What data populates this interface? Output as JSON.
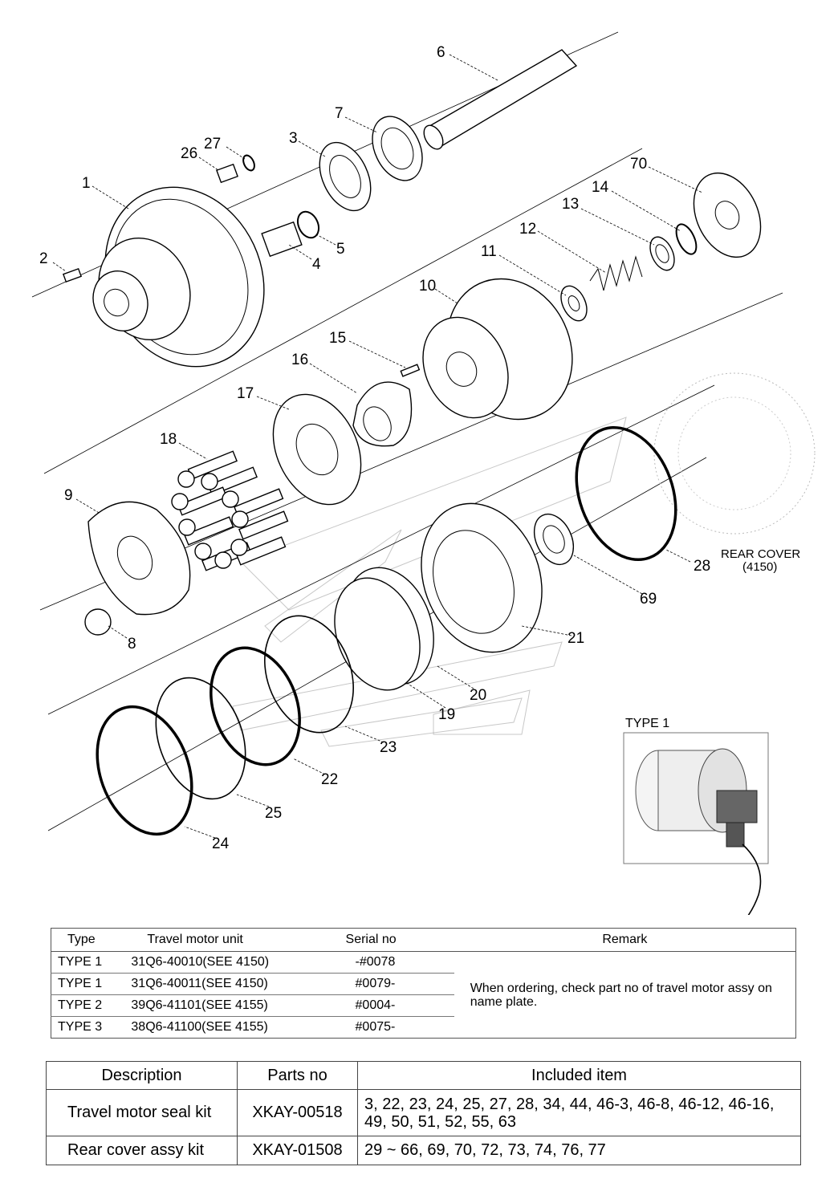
{
  "diagram": {
    "callouts": [
      "1",
      "2",
      "3",
      "4",
      "5",
      "6",
      "7",
      "8",
      "9",
      "10",
      "11",
      "12",
      "13",
      "14",
      "15",
      "16",
      "17",
      "18",
      "19",
      "20",
      "21",
      "22",
      "23",
      "24",
      "25",
      "26",
      "27",
      "28",
      "69",
      "70"
    ],
    "rear_cover_label": "REAR COVER",
    "rear_cover_code": "(4150)",
    "inset_label": "TYPE 1"
  },
  "type_table": {
    "headers": {
      "type": "Type",
      "unit": "Travel motor unit",
      "serial": "Serial no",
      "remark": "Remark"
    },
    "rows": [
      {
        "type": "TYPE 1",
        "unit": "31Q6-40010(SEE 4150)",
        "serial": "-#0078"
      },
      {
        "type": "TYPE 1",
        "unit": "31Q6-40011(SEE 4150)",
        "serial": "#0079-"
      },
      {
        "type": "TYPE 2",
        "unit": "39Q6-41101(SEE 4155)",
        "serial": "#0004-"
      },
      {
        "type": "TYPE 3",
        "unit": "38Q6-41100(SEE 4155)",
        "serial": "#0075-"
      }
    ],
    "remark": "When ordering, check part no of travel motor assy on name plate."
  },
  "kit_table": {
    "headers": {
      "description": "Description",
      "parts_no": "Parts no",
      "included": "Included item"
    },
    "rows": [
      {
        "description": "Travel motor seal kit",
        "parts_no": "XKAY-00518",
        "included": "3, 22, 23, 24, 25, 27, 28, 34, 44, 46-3, 46-8, 46-12, 46-16, 49, 50, 51, 52, 55, 63"
      },
      {
        "description": "Rear cover assy kit",
        "parts_no": "XKAY-01508",
        "included": "29 ~ 66, 69, 70, 72, 73, 74, 76, 77"
      }
    ]
  }
}
